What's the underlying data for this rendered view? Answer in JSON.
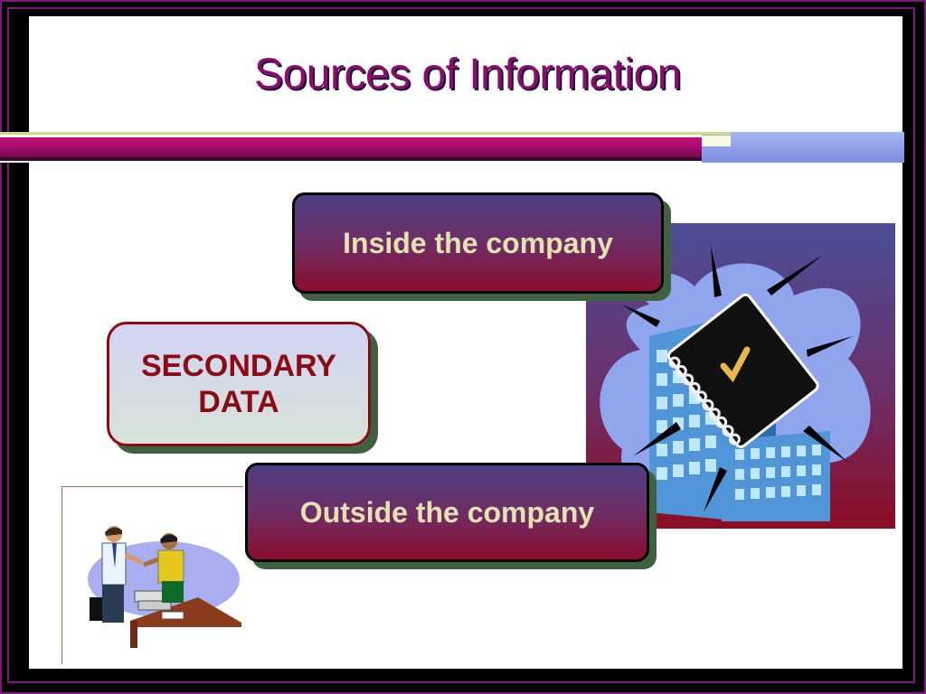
{
  "slide": {
    "title": "Sources of Information",
    "center_box": {
      "line1": "SECONDARY",
      "line2": "DATA"
    },
    "inside_box": "Inside the company",
    "outside_box": "Outside the company"
  },
  "images": {
    "building": "building-with-notebook-clipart",
    "meeting": "people-at-desk-clipart"
  },
  "colors": {
    "title": "#8a0d6a",
    "pill_text": "#e2e3b0",
    "secondary_text": "#8c0a14",
    "frame": "#7a1a7a"
  }
}
